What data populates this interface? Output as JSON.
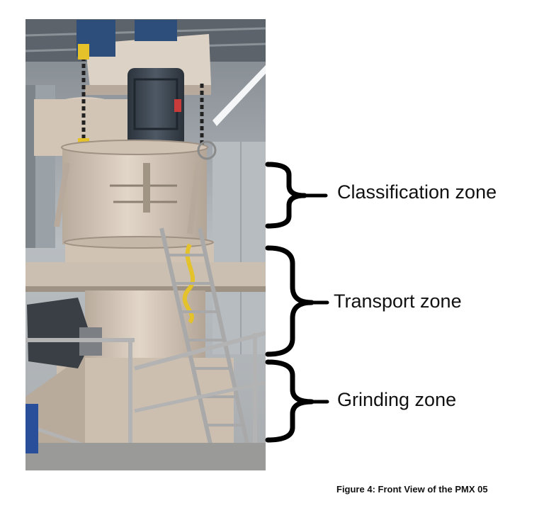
{
  "zones": {
    "classification": "Classification zone",
    "transport": "Transport zone",
    "grinding": "Grinding zone"
  },
  "caption": "Figure 4: Front View of the PMX 05",
  "colors": {
    "bracket": "#000000",
    "machine_body": "#d6c8b9",
    "motor": "#3c4652",
    "background_wall": "#c9ccce",
    "text": "#111111"
  }
}
